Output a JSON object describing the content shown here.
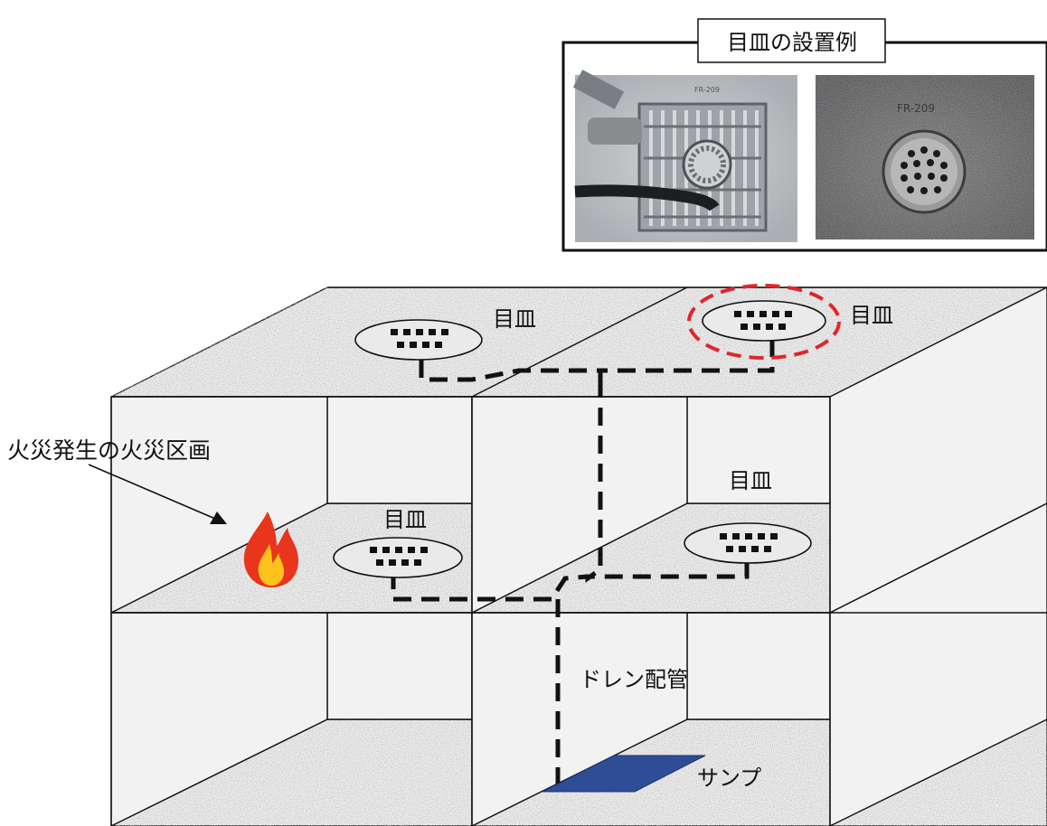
{
  "inset": {
    "title": "目皿の設置例",
    "photo_left_caption": "FR-209",
    "photo_right_caption": "FR-209"
  },
  "labels": {
    "fire_compartment": "火災発生の火災区画",
    "drain_top_left": "目皿",
    "drain_top_right": "目皿",
    "drain_mid_left": "目皿",
    "drain_mid_right": "目皿",
    "drain_pipe": "ドレン配管",
    "sump": "サンプ"
  },
  "colors": {
    "floor": "#ececec",
    "wall": "#f2f2f2",
    "line": "#111111",
    "highlight": "#e0262a",
    "sump": "#2e4d96",
    "fire_outer": "#e8351c",
    "fire_inner": "#ffc21a"
  },
  "icons": {
    "fire": "fire-icon",
    "drain": "drain-grate-icon"
  }
}
